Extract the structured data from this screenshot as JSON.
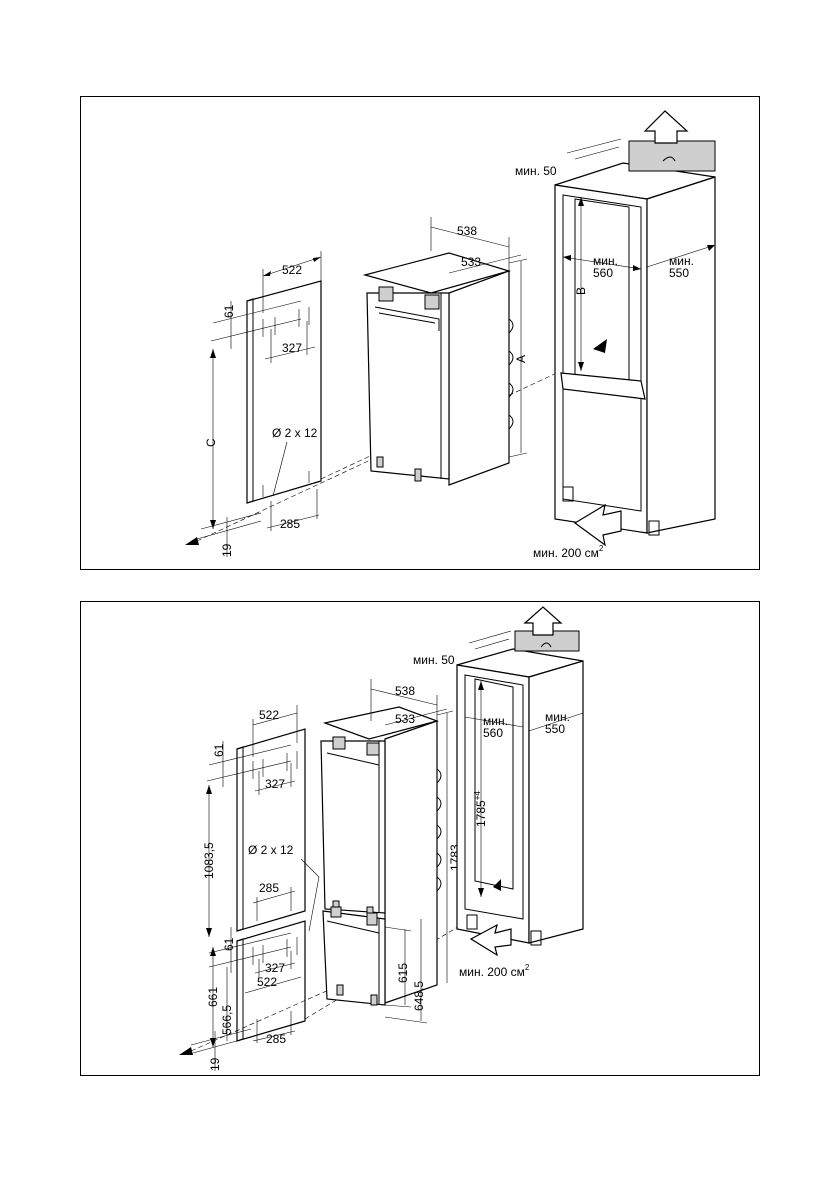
{
  "top_diagram": {
    "door_panel": {
      "width": "522",
      "hinge_offset": "61",
      "hinge_spacing": "327",
      "height_label": "C",
      "screw_note": "Ø 2 x 12",
      "bottom_width": "285",
      "bottom_offset": "19"
    },
    "appliance": {
      "depth": "538",
      "width": "533",
      "height_label": "A"
    },
    "niche": {
      "top_clearance": "мин. 50",
      "width_label": "мин.",
      "width_value": "560",
      "depth_label": "мин.",
      "depth_value": "550",
      "height_label": "B",
      "air_opening": "мин. 200 см",
      "air_unit_sup": "2"
    }
  },
  "bottom_diagram": {
    "upper_door_panel": {
      "width": "522",
      "hinge_offset": "61",
      "hinge_spacing": "327",
      "height": "1083,5",
      "screw_note": "Ø 2 x 12",
      "bottom_width": "285"
    },
    "lower_door_panel": {
      "hinge_offset": "61",
      "hinge_spacing": "327",
      "width": "522",
      "height_outer": "661",
      "height_inner": "566,5",
      "bottom_width": "285",
      "bottom_offset": "19"
    },
    "appliance": {
      "depth": "538",
      "width": "533",
      "height": "1783",
      "freezer_height": "615",
      "freezer_height_outer": "648,5"
    },
    "niche": {
      "top_clearance": "мин. 50",
      "width_label": "мин.",
      "width_value": "560",
      "depth_label": "мин.",
      "depth_value": "550",
      "height": "1785",
      "height_tolerance_sup": "+4",
      "air_opening": "мин. 200 см",
      "air_unit_sup": "2"
    }
  }
}
